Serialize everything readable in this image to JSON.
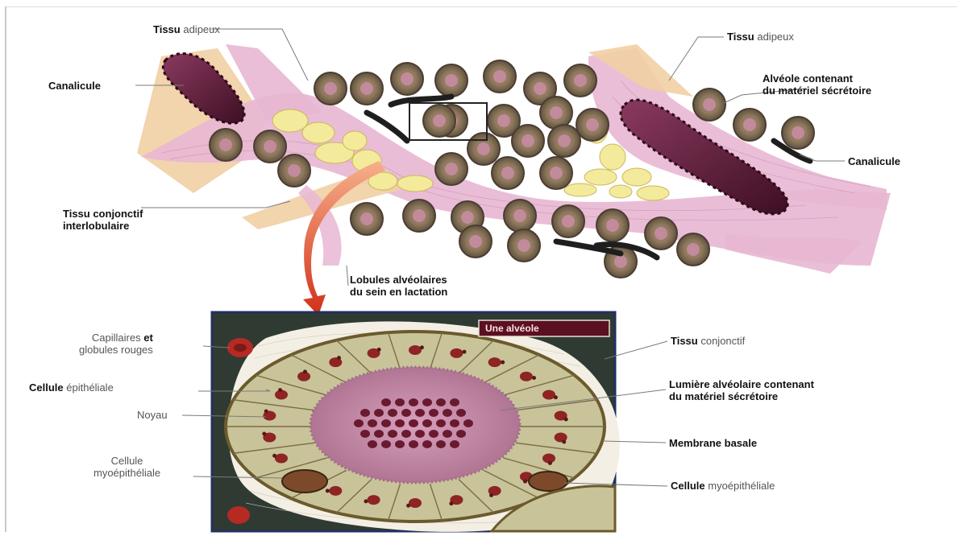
{
  "labels": {
    "tissu_adipeux_top": {
      "bold": "Tissu",
      "light": "adipeux"
    },
    "canalicule_left": {
      "bold": "Canalicule",
      "light": ""
    },
    "tissu_adipeux_right": {
      "bold": "Tissu",
      "light": "adipeux"
    },
    "alveole_contenant": {
      "line1": "Alvéole contenant",
      "line2": "du matériel sécrétoire"
    },
    "canalicule_right": {
      "bold": "Canalicule",
      "light": ""
    },
    "tissu_conjonctif_inter": {
      "line1": "Tissu conjonctif",
      "line2": "interlobulaire"
    },
    "lobules": {
      "line1": "Lobules alvéolaires",
      "line2": "du sein en lactation"
    },
    "une_alveole": "Une alvéole",
    "capillaires": {
      "line1_light": "Capillaires",
      "line1_bold": "et",
      "line2": "globules rouges"
    },
    "cellule_epitheliale": {
      "bold": "Cellule",
      "light": "épithéliale"
    },
    "noyau": "Noyau",
    "cellule_myo_left": {
      "line1": "Cellule",
      "line2": "myoépithéliale"
    },
    "tissu_conjonctif_right": {
      "bold": "Tissu",
      "light": "conjonctif"
    },
    "lumiere": {
      "line1": "Lumière alvéolaire contenant",
      "line2": "du matériel sécrétoire"
    },
    "membrane_basale": "Membrane basale",
    "cellule_myo_right": {
      "bold": "Cellule",
      "light": "myoépithéliale"
    }
  },
  "colors": {
    "connective": "#e6b0d2",
    "adipose": "#f3e99a",
    "alveolus": "#8a7a5e",
    "lumen": "#c98aa8",
    "canal": "#5c1f3a",
    "arrow": "#d9361f",
    "inset_bg": "#2f3a33"
  }
}
